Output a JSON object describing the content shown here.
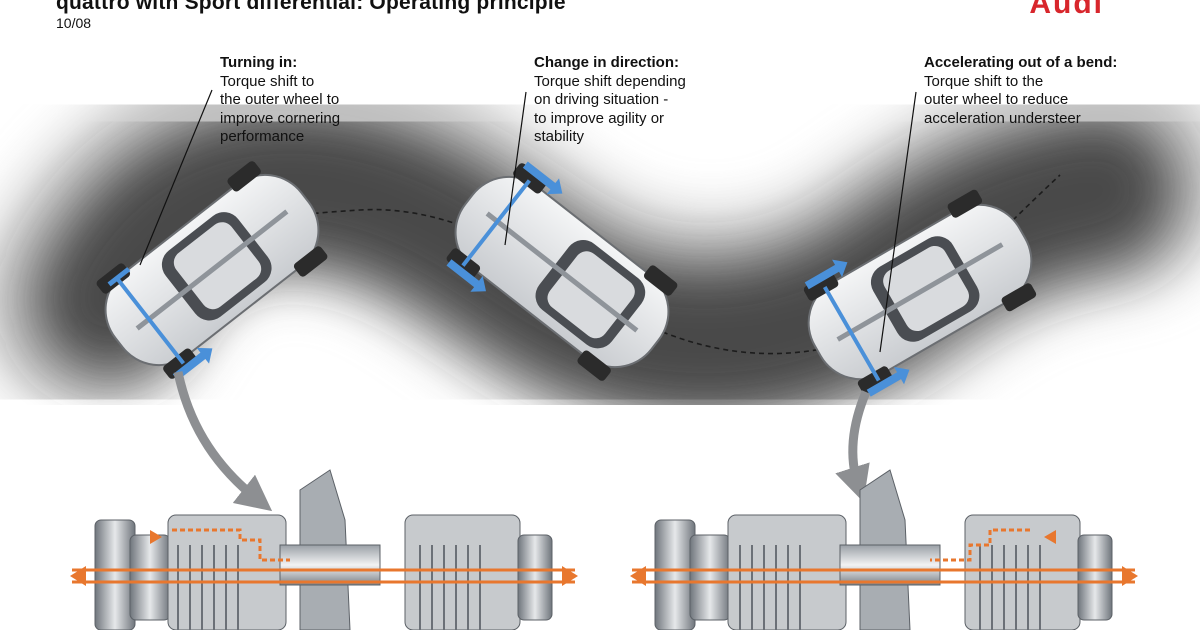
{
  "header": {
    "title": "quattro with Sport differential: Operating principle",
    "date": "10/08",
    "logo_text": "Audi"
  },
  "callouts": [
    {
      "heading": "Turning in:",
      "lines": [
        "Torque shift to",
        "the outer wheel to",
        "improve cornering",
        "performance"
      ]
    },
    {
      "heading": "Change in direction:",
      "lines": [
        "Torque shift depending",
        "on driving situation -",
        "to improve agility or",
        "stability"
      ]
    },
    {
      "heading": "Accelerating out of a bend:",
      "lines": [
        "Torque shift to the",
        "outer wheel to reduce",
        "acceleration understeer"
      ]
    }
  ],
  "colors": {
    "road": "#3e3e3e",
    "torque_arrow_blue": "#4a90d9",
    "torque_flow_orange": "#e8772e",
    "logo_red": "#d8262c"
  }
}
